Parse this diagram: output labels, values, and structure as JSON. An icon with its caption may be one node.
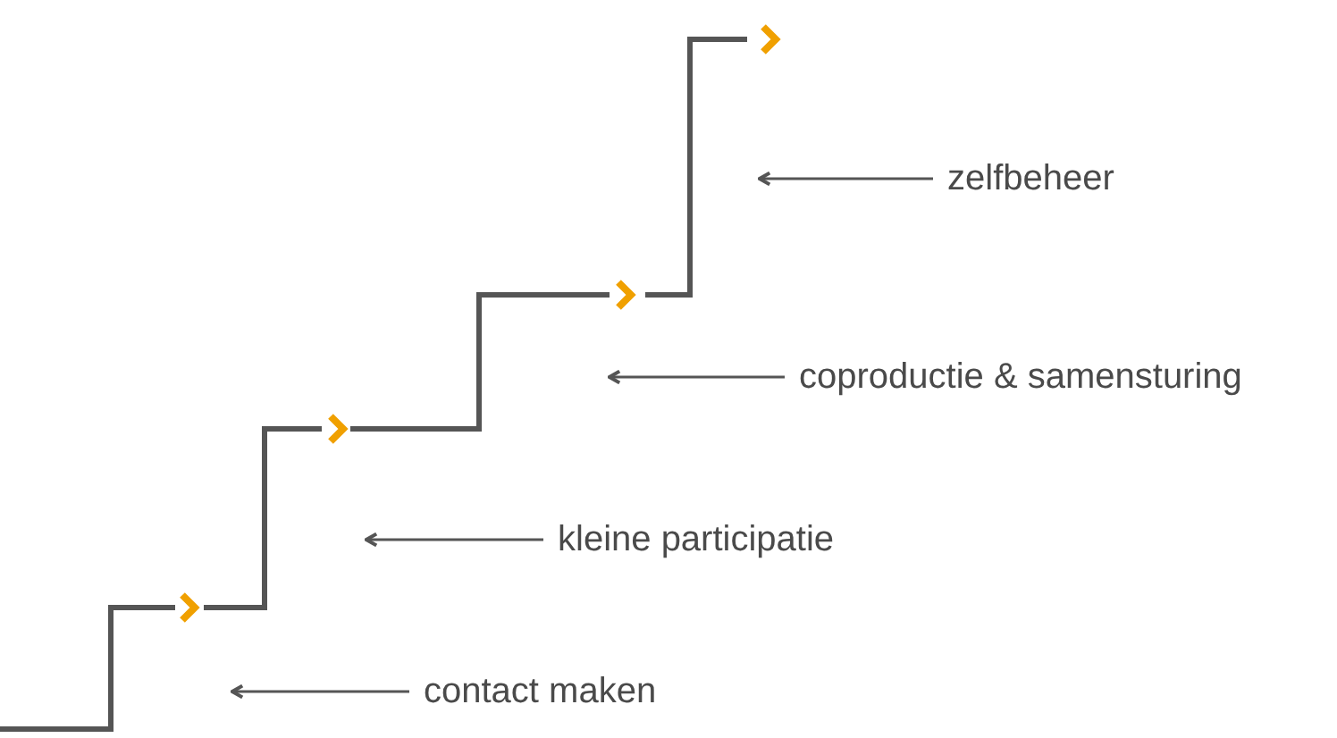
{
  "diagram": {
    "nodes": [
      {
        "text": [
          "zelfbeheer"
        ]
      },
      {
        "text": [
          "coproductie & samensturing"
        ]
      },
      {
        "text": [
          "kleine participatie"
        ]
      },
      {
        "text": [
          "contact maken"
        ]
      }
    ],
    "edges": [
      {
        "from": 0,
        "to": null,
        "arrow": "to"
      },
      {
        "from": 1,
        "to": null,
        "arrow": "to"
      },
      {
        "from": 2,
        "to": null,
        "arrow": "to"
      },
      {
        "from": 3,
        "to": null,
        "arrow": "to"
      }
    ]
  }
}
